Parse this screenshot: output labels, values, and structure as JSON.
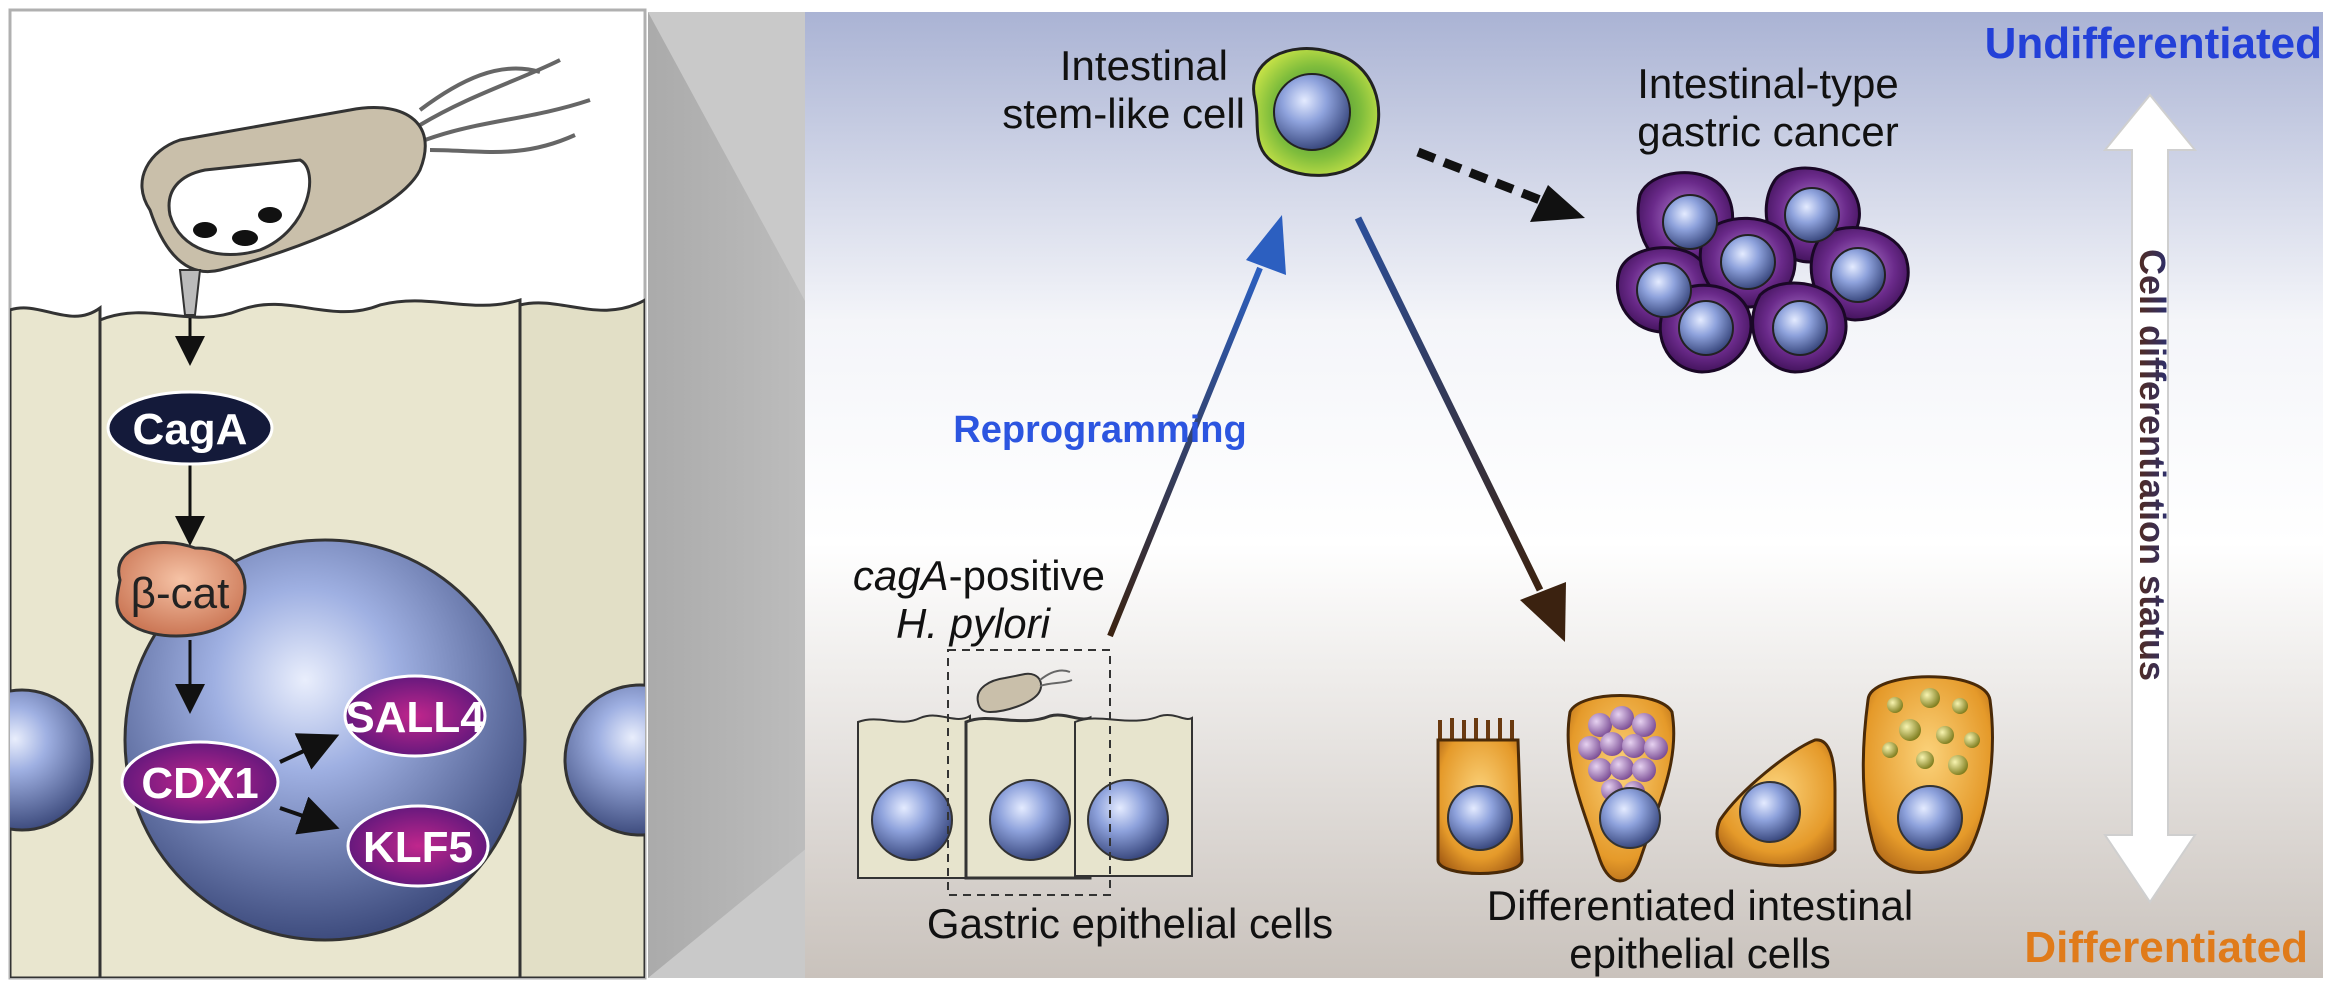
{
  "zoom_panel": {
    "cag_a": "CagA",
    "beta_cat": "β-cat",
    "cdx1": "CDX1",
    "sall4": "SALL4",
    "klf5": "KLF5"
  },
  "main_panel": {
    "stem_cell_label_line1": "Intestinal",
    "stem_cell_label_line2": "stem-like cell",
    "cancer_label_line1": "Intestinal-type",
    "cancer_label_line2": "gastric cancer",
    "reprogramming": "Reprogramming",
    "caga_italic": "cagA",
    "caga_suffix": "-positive",
    "h_pylori": "H. pylori",
    "gastric_cells": "Gastric epithelial cells",
    "diff_cells_line1": "Differentiated intestinal",
    "diff_cells_line2": "epithelial cells"
  },
  "axis": {
    "top_label": "Undifferentiated",
    "bottom_label": "Differentiated",
    "axis_title": "Cell differentiation status"
  },
  "colors": {
    "undifferentiated": "#2340d8",
    "differentiated": "#e07b1a",
    "reprogramming": "#2c55e0",
    "pill_purple": "#6b1a7a",
    "cag_pill": "#141a3a"
  }
}
